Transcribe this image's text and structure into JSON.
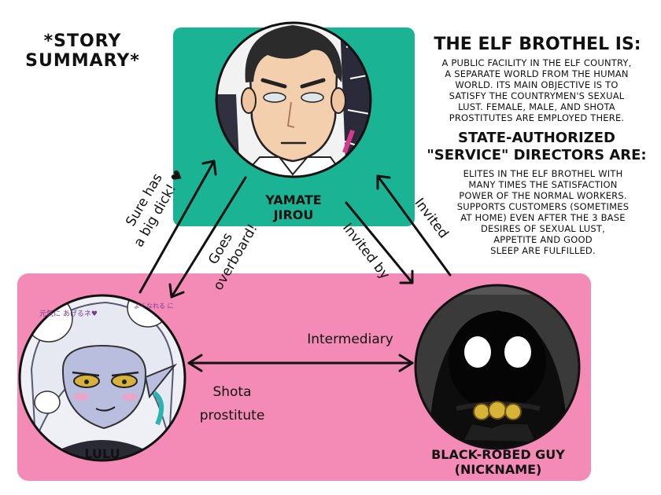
{
  "colors": {
    "teal": "#1ab393",
    "pink": "#f48bb6",
    "ink": "#111111"
  },
  "story_summary": {
    "line1": "*STORY",
    "line2": "SUMMARY*"
  },
  "elf_brothel": {
    "heading": "THE ELF BROTHEL IS:",
    "body_lines": [
      "A PUBLIC FACILITY IN THE ELF COUNTRY,",
      "A SEPARATE WORLD FROM THE HUMAN",
      "WORLD. ITS MAIN OBJECTIVE IS TO",
      "SATISFY THE COUNTRYMEN'S SEXUAL",
      "LUST. FEMALE, MALE, AND SHOTA",
      "PROSTITUTES ARE EMPLOYED THERE."
    ]
  },
  "service_directors": {
    "heading_line1": "STATE-AUTHORIZED",
    "heading_line2": "\"SERVICE\" DIRECTORS ARE:",
    "body_lines": [
      "ELITES IN THE ELF BROTHEL WITH",
      "MANY TIMES THE SATISFACTION",
      "POWER OF THE NORMAL WORKERS.",
      "SUPPORTS CUSTOMERS (SOMETIMES",
      "AT HOME) EVEN AFTER THE 3 BASE",
      "DESIRES OF SEXUAL LUST,",
      "APPETITE AND GOOD",
      "SLEEP ARE FULFILLED."
    ]
  },
  "characters": {
    "yamate": {
      "line1": "YAMATE",
      "line2": "JIROU",
      "icon": "portrait-man-icon"
    },
    "lulu": {
      "name": "LULU",
      "icon": "portrait-elf-icon"
    },
    "robed": {
      "line1": "BLACK-ROBED GUY",
      "line2": "(NICKNAME)",
      "icon": "portrait-hooded-icon"
    }
  },
  "bubbles": {
    "lulu_bubble_1": "元気に あげるネ♥",
    "lulu_bubble_2": "よくなれる に"
  },
  "relations": {
    "sure_line1": "Sure has",
    "sure_line2": "a big dick! ♥",
    "goes_line1": "Goes",
    "goes_line2": "overboard!",
    "invited_by": "Invited by",
    "invited": "Invited",
    "intermediary": "Intermediary",
    "shota_line1": "Shota",
    "shota_line2": "prostitute"
  }
}
